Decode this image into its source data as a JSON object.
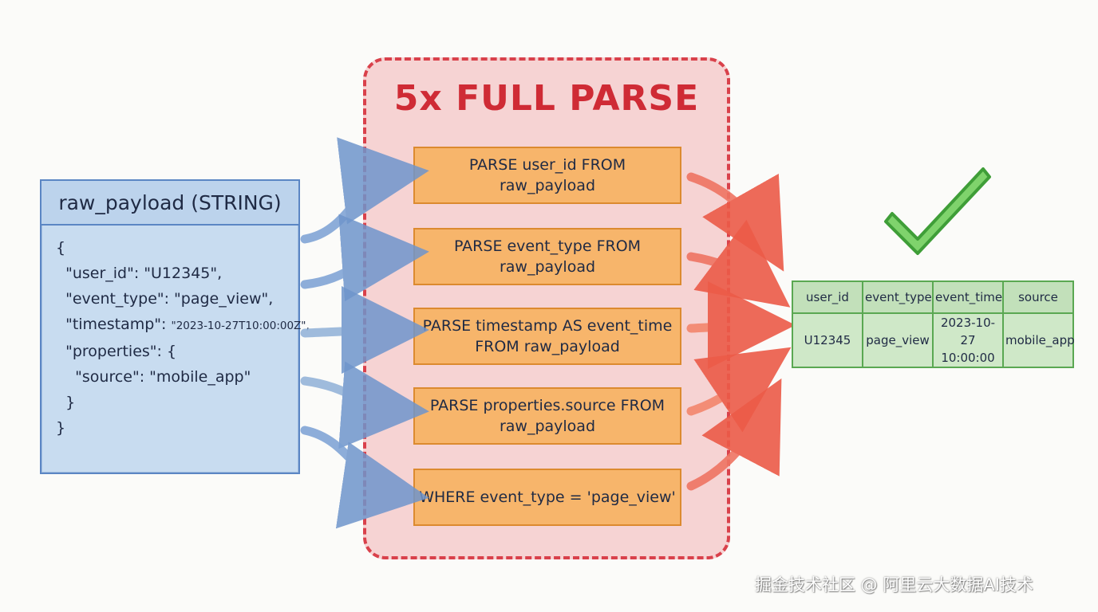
{
  "source": {
    "title": "raw_payload (STRING)",
    "lines": [
      "{",
      "  \"user_id\": \"U12345\",",
      "  \"event_type\": \"page_view\",",
      "  \"properties\": {",
      "    \"source\": \"mobile_app\"",
      "  }",
      "}"
    ],
    "timestamp_key": "  \"timestamp\": ",
    "timestamp_value": "\"2023-10-27T10:00:00Z\","
  },
  "parse": {
    "title": "5x FULL PARSE",
    "steps": [
      {
        "line1": "PARSE user_id FROM",
        "line2": "raw_payload"
      },
      {
        "line1": "PARSE event_type FROM",
        "line2": "raw_payload"
      },
      {
        "line1": "PARSE timestamp AS event_time",
        "line2": "FROM raw_payload"
      },
      {
        "line1": "PARSE properties.source FROM",
        "line2": "raw_payload"
      },
      {
        "line1": "WHERE event_type = 'page_view'",
        "line2": ""
      }
    ]
  },
  "result": {
    "headers": [
      "user_id",
      "event_type",
      "event_time",
      "source"
    ],
    "row": [
      "U12345",
      "page_view",
      "2023-10-27 10:00:00",
      "mobile_app"
    ],
    "status_icon": "check-icon"
  },
  "colors": {
    "source_fill": "#c8dcf0",
    "parse_zone_fill": "#f6d3d3",
    "parse_accent": "#d9414b",
    "step_fill": "#f7b56b",
    "result_fill": "#cfe8c8",
    "check": "#5cc64a",
    "in_arrow": "#5b86c4",
    "out_arrow": "#ea5a45"
  },
  "watermark": "掘金技术社区 @ 阿里云大数据AI技术"
}
